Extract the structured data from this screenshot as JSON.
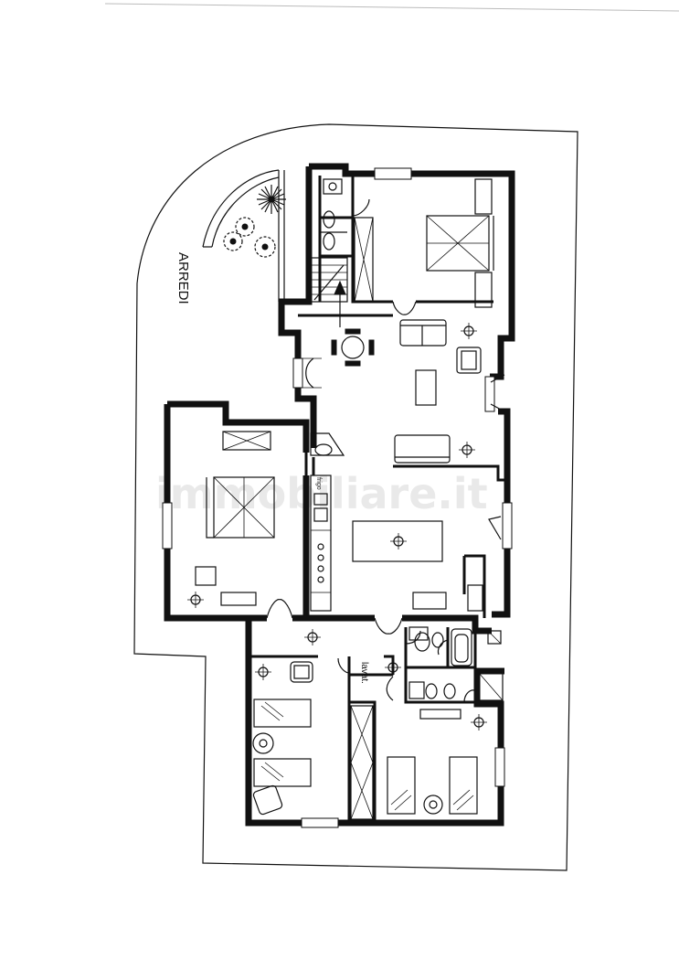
{
  "labels": {
    "arredi": "ARREDI",
    "lavat": "lavat.",
    "frigo": "frigo"
  },
  "watermark": {
    "text": "immobiliare.it"
  },
  "colors": {
    "ink": "#111111",
    "paper": "#ffffff",
    "watermark": "#e9e9e9"
  }
}
